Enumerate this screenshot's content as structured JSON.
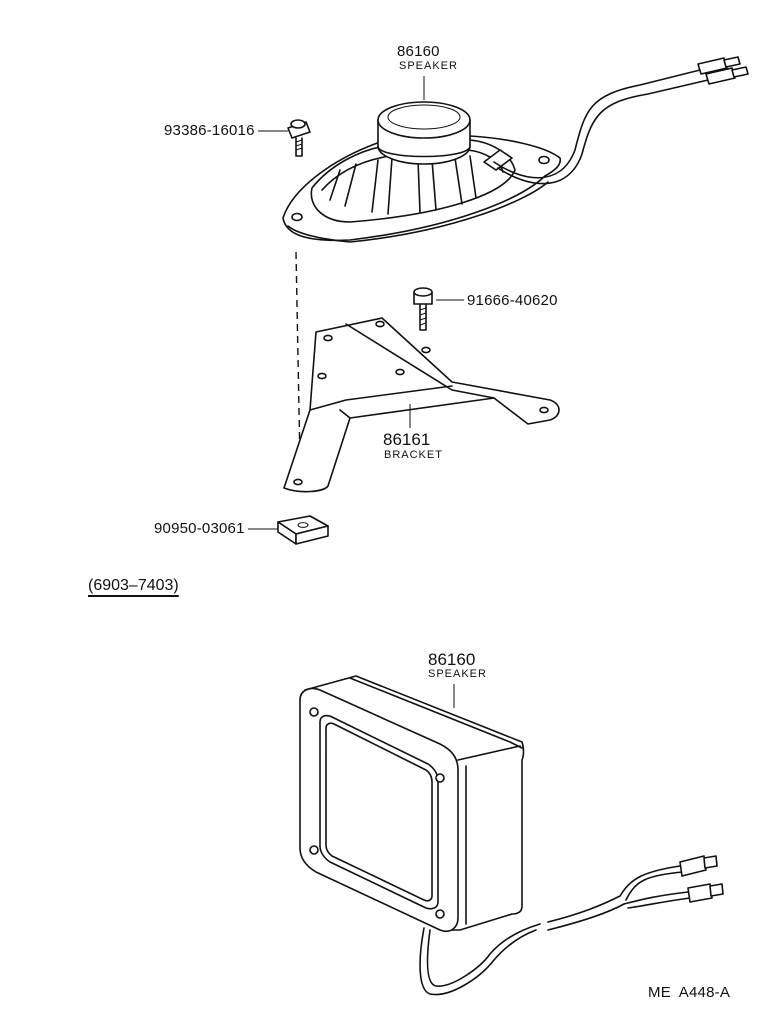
{
  "figure_id": "ME  A448-A",
  "date_range": "(6903–7403)",
  "parts": {
    "speaker_round": {
      "number": "86160",
      "name": "SPEAKER"
    },
    "screw_speaker": {
      "number": "93386-16016"
    },
    "bolt_bracket": {
      "number": "91666-40620"
    },
    "bracket": {
      "number": "86161",
      "name": "BRACKET"
    },
    "nut_clip": {
      "number": "90950-03061"
    },
    "speaker_box": {
      "number": "86160",
      "name": "SPEAKER"
    }
  }
}
